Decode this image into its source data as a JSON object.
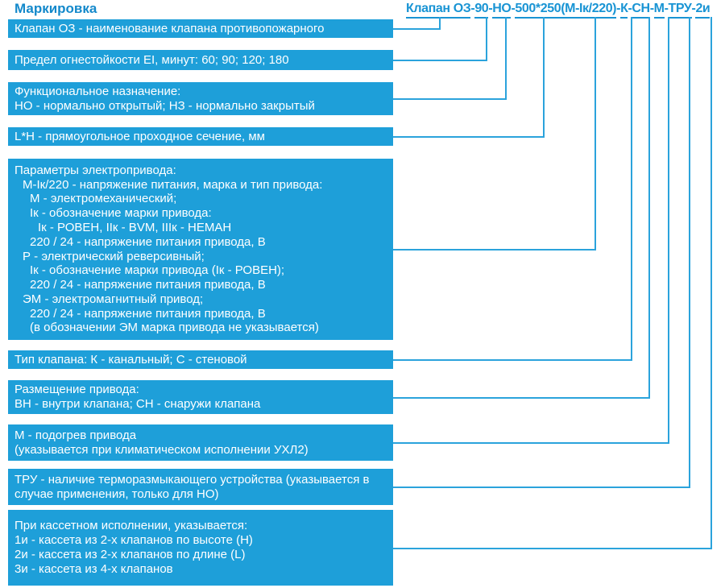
{
  "colors": {
    "box_fill": "#1E9FD9",
    "heading_text": "#1489CB",
    "code_text": "#1994D4",
    "connector_line": "#2BA3DC",
    "box_text": "#FFFFFF"
  },
  "title": "Маркировка",
  "product_code": {
    "full": "Клапан ОЗ-90-НО-500*250(М-Iк/220)-К-СН-М-ТРУ-2и",
    "segments": [
      {
        "text": "Клапан ОЗ"
      },
      {
        "text": "-"
      },
      {
        "text": "90"
      },
      {
        "text": "-"
      },
      {
        "text": "НО"
      },
      {
        "text": "-"
      },
      {
        "text": "500*250(М-Iк/220)"
      },
      {
        "text": "-"
      },
      {
        "text": "К"
      },
      {
        "text": "-"
      },
      {
        "text": "СН"
      },
      {
        "text": "-"
      },
      {
        "text": "М"
      },
      {
        "text": "-"
      },
      {
        "text": "ТРУ"
      },
      {
        "text": "-"
      },
      {
        "text": "2и"
      }
    ]
  },
  "boxes": [
    {
      "name": "valve-name",
      "lines": [
        {
          "text": "Клапан ОЗ - наименование клапана противопожарного"
        }
      ]
    },
    {
      "name": "fire-resistance",
      "lines": [
        {
          "text": "Предел огнестойкости EI, минут: 60; 90; 120; 180"
        }
      ]
    },
    {
      "name": "functional-purpose",
      "lines": [
        {
          "text": "Функциональное назначение:"
        },
        {
          "text": "НО - нормально открытый; НЗ - нормально закрытый"
        }
      ]
    },
    {
      "name": "cross-section",
      "lines": [
        {
          "text": "L*H - прямоугольное проходное сечение, мм"
        }
      ]
    },
    {
      "name": "actuator-parameters",
      "lines": [
        {
          "text": "Параметры электропривода:"
        },
        {
          "text": "М-Iк/220 - напряжение питания, марка и тип привода:"
        },
        {
          "text": "М - электромеханический;"
        },
        {
          "text": "Iк - обозначение марки привода:"
        },
        {
          "text": "Iк - РОВЕН, IIк - BVM, IIIк - НЕМАН"
        },
        {
          "text": "220 / 24 - напряжение питания привода, В"
        },
        {
          "text": "Р - электрический реверсивный;"
        },
        {
          "text": "Iк - обозначение марки привода (Iк - РОВЕН);"
        },
        {
          "text": "220 / 24 - напряжение питания привода, В"
        },
        {
          "text": "ЭМ - электромагнитный привод;"
        },
        {
          "text": "220 / 24 - напряжение питания привода, В"
        },
        {
          "text": "(в обозначении ЭМ марка привода не указывается)"
        }
      ]
    },
    {
      "name": "valve-type",
      "lines": [
        {
          "text": "Тип клапана: К - канальный; С - стеновой"
        }
      ]
    },
    {
      "name": "actuator-placement",
      "lines": [
        {
          "text": "Размещение привода:"
        },
        {
          "text": "ВН - внутри клапана; СН - снаружи клапана"
        }
      ]
    },
    {
      "name": "actuator-heating",
      "lines": [
        {
          "text": "М - подогрев привода"
        },
        {
          "text": "(указывается при климатическом исполнении УХЛ2)"
        }
      ]
    },
    {
      "name": "thermal-release",
      "lines": [
        {
          "text": "ТРУ - наличие терморазмыкающего устройства (указывается в"
        },
        {
          "text": "случае применения, только для НО)"
        }
      ]
    },
    {
      "name": "cassette-version",
      "lines": [
        {
          "text": "При кассетном исполнении, указывается:"
        },
        {
          "text": "1и - кассета из 2-х клапанов по высоте (Н)"
        },
        {
          "text": "2и - кассета из 2-х клапанов по длине (L)"
        },
        {
          "text": "3и - кассета из 4-х клапанов"
        }
      ]
    }
  ]
}
